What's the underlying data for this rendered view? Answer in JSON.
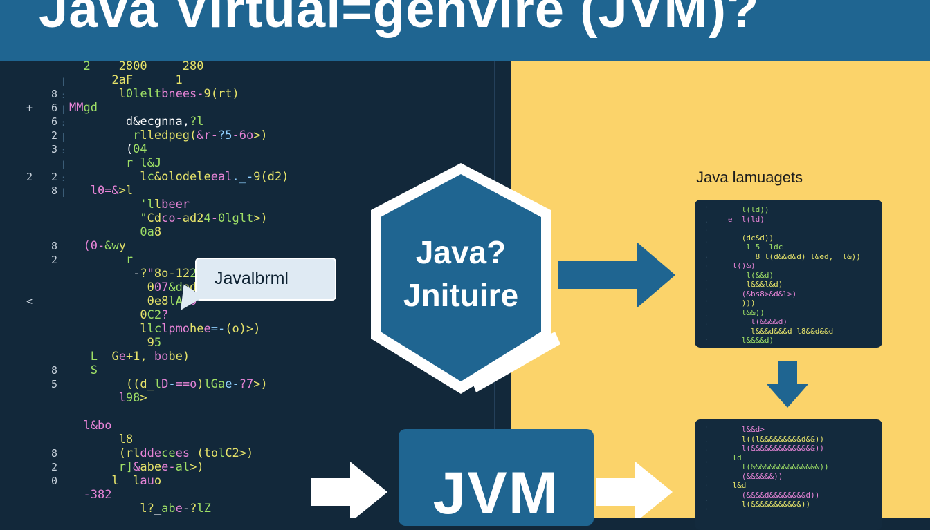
{
  "banner": {
    "title": "Java Virtual=genvire (JVM)?",
    "color": "#1f6591"
  },
  "colors": {
    "left_bg": "#12283a",
    "right_bg": "#fbd36a",
    "accent": "#1f6591",
    "card_bg": "#132a3d"
  },
  "code_lines": [
    {
      "num": "",
      "mark": "",
      "segments": [
        {
          "t": "  2 ",
          "c": "#9fe066"
        },
        {
          "t": "   2800     ",
          "c": "#e6e36a"
        },
        {
          "t": "280",
          "c": "#e6e36a"
        }
      ]
    },
    {
      "num": "",
      "mark": "",
      "segments": [
        {
          "t": "      2aF      1",
          "c": "#e6e36a"
        }
      ]
    },
    {
      "num": "8",
      "mark": "",
      "segments": [
        {
          "t": "       ",
          "c": "#ffffff"
        },
        {
          "t": "l",
          "c": "#e6e36a"
        },
        {
          "t": "0lelt",
          "c": "#9fe066"
        },
        {
          "t": "bnees-",
          "c": "#e684d6"
        },
        {
          "t": "9(rt)",
          "c": "#e6e36a"
        }
      ]
    },
    {
      "num": "6",
      "mark": "+",
      "segments": [
        {
          "t": "MM",
          "c": "#e684d6"
        },
        {
          "t": "gd",
          "c": "#9fe066"
        }
      ]
    },
    {
      "num": "6",
      "mark": "",
      "segments": [
        {
          "t": "        d",
          "c": "#ffffff"
        },
        {
          "t": "&ecgnna,",
          "c": "#ffffff"
        },
        {
          "t": "?l",
          "c": "#9fe066"
        }
      ]
    },
    {
      "num": "2",
      "mark": "",
      "segments": [
        {
          "t": "         r",
          "c": "#9fe066"
        },
        {
          "t": "l",
          "c": "#e6e36a"
        },
        {
          "t": "ledpeg(",
          "c": "#e6e36a"
        },
        {
          "t": "&r-",
          "c": "#e684d6"
        },
        {
          "t": "?5",
          "c": "#8fd0ff"
        },
        {
          "t": "-6o",
          "c": "#e684d6"
        },
        {
          "t": ">)",
          "c": "#e6e36a"
        }
      ]
    },
    {
      "num": "3",
      "mark": "",
      "segments": [
        {
          "t": "        (",
          "c": "#ffffff"
        },
        {
          "t": "04",
          "c": "#9fe066"
        }
      ]
    },
    {
      "num": "",
      "mark": "",
      "segments": [
        {
          "t": "        ",
          "c": "#ffffff"
        },
        {
          "t": "r l&J",
          "c": "#9fe066"
        }
      ]
    },
    {
      "num": "2",
      "mark": "2",
      "segments": [
        {
          "t": "          ",
          "c": "#ffffff"
        },
        {
          "t": "l",
          "c": "#e6e36a"
        },
        {
          "t": "c",
          "c": "#9fe066"
        },
        {
          "t": "&olodele",
          "c": "#e6e36a"
        },
        {
          "t": "eal",
          "c": "#e684d6"
        },
        {
          "t": "._-",
          "c": "#8fd0ff"
        },
        {
          "t": "9(d2)",
          "c": "#e6e36a"
        }
      ]
    },
    {
      "num": "8",
      "mark": "",
      "segments": [
        {
          "t": "   ",
          "c": "#ffffff"
        },
        {
          "t": "l0=&",
          "c": "#e684d6"
        },
        {
          "t": ">l",
          "c": "#e6e36a"
        }
      ]
    },
    {
      "num": "",
      "mark": "",
      "segments": [
        {
          "t": "          ",
          "c": "#ffffff"
        },
        {
          "t": "'l",
          "c": "#9fe066"
        },
        {
          "t": "l",
          "c": "#e6e36a"
        },
        {
          "t": "beer",
          "c": "#e684d6"
        }
      ]
    },
    {
      "num": "",
      "mark": "",
      "segments": [
        {
          "t": "          \"",
          "c": "#9fe066"
        },
        {
          "t": "Cd",
          "c": "#e6e36a"
        },
        {
          "t": "co-",
          "c": "#e684d6"
        },
        {
          "t": "ad2",
          "c": "#e6e36a"
        },
        {
          "t": "4",
          "c": "#9fe066"
        },
        {
          "t": "-",
          "c": "#e684d6"
        },
        {
          "t": "0lglt",
          "c": "#9fe066"
        },
        {
          "t": ">)",
          "c": "#e6e36a"
        }
      ]
    },
    {
      "num": "",
      "mark": "",
      "segments": [
        {
          "t": "          ",
          "c": "#ffffff"
        },
        {
          "t": "0a",
          "c": "#9fe066"
        },
        {
          "t": "8",
          "c": "#e6e36a"
        }
      ]
    },
    {
      "num": "8",
      "mark": "",
      "segments": [
        {
          "t": "  ",
          "c": "#ffffff"
        },
        {
          "t": "(0-",
          "c": "#e684d6"
        },
        {
          "t": "&w",
          "c": "#9fe066"
        },
        {
          "t": "y",
          "c": "#e6e36a"
        }
      ]
    },
    {
      "num": "2",
      "mark": "",
      "segments": [
        {
          "t": "        ",
          "c": "#ffffff"
        },
        {
          "t": "r",
          "c": "#9fe066"
        }
      ]
    },
    {
      "num": "",
      "mark": "",
      "segments": [
        {
          "t": "         -",
          "c": "#ffffff"
        },
        {
          "t": "?",
          "c": "#e6e36a"
        },
        {
          "t": "\"",
          "c": "#e684d6"
        },
        {
          "t": "8",
          "c": "#e6e36a"
        },
        {
          "t": "o-12",
          "c": "#e6e36a"
        },
        {
          "t": "2",
          "c": "#9fe066"
        }
      ]
    },
    {
      "num": "",
      "mark": "",
      "segments": [
        {
          "t": "           ",
          "c": "#ffffff"
        },
        {
          "t": "0",
          "c": "#e6e36a"
        },
        {
          "t": "07",
          "c": "#e684d6"
        },
        {
          "t": "&d",
          "c": "#9fe066"
        },
        {
          "t": "od",
          "c": "#e6e36a"
        }
      ]
    },
    {
      "num": "",
      "mark": "<",
      "segments": [
        {
          "t": "           ",
          "c": "#ffffff"
        },
        {
          "t": "0",
          "c": "#e6e36a"
        },
        {
          "t": "e8",
          "c": "#e6e36a"
        },
        {
          "t": "l",
          "c": "#9fe066"
        },
        {
          "t": "Ad",
          "c": "#9fe066"
        },
        {
          "t": "0",
          "c": "#e684d6"
        }
      ]
    },
    {
      "num": "",
      "mark": "",
      "segments": [
        {
          "t": "          ",
          "c": "#ffffff"
        },
        {
          "t": "0",
          "c": "#e6e36a"
        },
        {
          "t": "C2",
          "c": "#9fe066"
        },
        {
          "t": "?",
          "c": "#e684d6"
        }
      ]
    },
    {
      "num": "",
      "mark": "",
      "segments": [
        {
          "t": "          ",
          "c": "#ffffff"
        },
        {
          "t": "l",
          "c": "#e6e36a"
        },
        {
          "t": "lc",
          "c": "#9fe066"
        },
        {
          "t": "lpmo",
          "c": "#e684d6"
        },
        {
          "t": "he",
          "c": "#e6e36a"
        },
        {
          "t": "e",
          "c": "#e684d6"
        },
        {
          "t": "=-",
          "c": "#8fd0ff"
        },
        {
          "t": "(o)",
          "c": "#e6e36a"
        },
        {
          "t": ">)",
          "c": "#e6e36a"
        }
      ]
    },
    {
      "num": "",
      "mark": "",
      "segments": [
        {
          "t": "           ",
          "c": "#ffffff"
        },
        {
          "t": "9",
          "c": "#e6e36a"
        },
        {
          "t": "5",
          "c": "#9fe066"
        }
      ]
    },
    {
      "num": "",
      "mark": "",
      "segments": [
        {
          "t": "   ",
          "c": "#ffffff"
        },
        {
          "t": "L  ",
          "c": "#9fe066"
        },
        {
          "t": "G",
          "c": "#e6e36a"
        },
        {
          "t": "e",
          "c": "#e684d6"
        },
        {
          "t": "+1, ",
          "c": "#e6e36a"
        },
        {
          "t": "bo",
          "c": "#e684d6"
        },
        {
          "t": "be)",
          "c": "#e6e36a"
        }
      ]
    },
    {
      "num": "8",
      "mark": "",
      "segments": [
        {
          "t": "   ",
          "c": "#ffffff"
        },
        {
          "t": "S",
          "c": "#9fe066"
        }
      ]
    },
    {
      "num": "5",
      "mark": "",
      "segments": [
        {
          "t": "        ",
          "c": "#ffffff"
        },
        {
          "t": "((d_",
          "c": "#e6e36a"
        },
        {
          "t": "l",
          "c": "#9fe066"
        },
        {
          "t": "D",
          "c": "#e684d6"
        },
        {
          "t": "-",
          "c": "#8fd0ff"
        },
        {
          "t": "==o",
          "c": "#e684d6"
        },
        {
          "t": ")",
          "c": "#e6e36a"
        },
        {
          "t": "lGa",
          "c": "#9fe066"
        },
        {
          "t": "e-",
          "c": "#8fd0ff"
        },
        {
          "t": "?7",
          "c": "#e684d6"
        },
        {
          "t": ">)",
          "c": "#e6e36a"
        }
      ]
    },
    {
      "num": "",
      "mark": "",
      "segments": [
        {
          "t": "       ",
          "c": "#ffffff"
        },
        {
          "t": "l",
          "c": "#e684d6"
        },
        {
          "t": "98",
          "c": "#9fe066"
        },
        {
          "t": ">",
          "c": "#e6e36a"
        }
      ]
    },
    {
      "num": "",
      "mark": "",
      "segments": [
        {
          "t": "",
          "c": "#ffffff"
        }
      ]
    },
    {
      "num": "",
      "mark": "",
      "segments": [
        {
          "t": "  ",
          "c": "#ffffff"
        },
        {
          "t": "l&",
          "c": "#e684d6"
        },
        {
          "t": "bo",
          "c": "#e684d6"
        }
      ]
    },
    {
      "num": "",
      "mark": "",
      "segments": [
        {
          "t": "       ",
          "c": "#ffffff"
        },
        {
          "t": "l",
          "c": "#e6e36a"
        },
        {
          "t": "8",
          "c": "#e6e36a"
        }
      ]
    },
    {
      "num": "8",
      "mark": "",
      "segments": [
        {
          "t": "       ",
          "c": "#ffffff"
        },
        {
          "t": "(",
          "c": "#e6e36a"
        },
        {
          "t": "rl",
          "c": "#e6e36a"
        },
        {
          "t": "dde",
          "c": "#e684d6"
        },
        {
          "t": "ce",
          "c": "#9fe066"
        },
        {
          "t": "e",
          "c": "#e684d6"
        },
        {
          "t": "s ",
          "c": "#e684d6"
        },
        {
          "t": "(",
          "c": "#e6e36a"
        },
        {
          "t": "to",
          "c": "#e6e36a"
        },
        {
          "t": "l",
          "c": "#9fe066"
        },
        {
          "t": "C2",
          "c": "#e6e36a"
        },
        {
          "t": ">)",
          "c": "#e6e36a"
        }
      ]
    },
    {
      "num": "2",
      "mark": "",
      "segments": [
        {
          "t": "       ",
          "c": "#ffffff"
        },
        {
          "t": "r",
          "c": "#9fe066"
        },
        {
          "t": "]",
          "c": "#9fe066"
        },
        {
          "t": "&",
          "c": "#e684d6"
        },
        {
          "t": "abe",
          "c": "#e6e36a"
        },
        {
          "t": "e-",
          "c": "#e684d6"
        },
        {
          "t": "al",
          "c": "#9fe066"
        },
        {
          "t": ">)",
          "c": "#e6e36a"
        }
      ]
    },
    {
      "num": "0",
      "mark": "",
      "segments": [
        {
          "t": "      ",
          "c": "#ffffff"
        },
        {
          "t": "l  ",
          "c": "#e6e36a"
        },
        {
          "t": "l",
          "c": "#e6e36a"
        },
        {
          "t": "au",
          "c": "#e684d6"
        },
        {
          "t": "o",
          "c": "#e6e36a"
        }
      ]
    },
    {
      "num": "",
      "mark": "",
      "segments": [
        {
          "t": "  ",
          "c": "#ffffff"
        },
        {
          "t": "-3",
          "c": "#e684d6"
        },
        {
          "t": "82",
          "c": "#e684d6"
        }
      ]
    },
    {
      "num": "",
      "mark": "",
      "segments": [
        {
          "t": "          ",
          "c": "#ffffff"
        },
        {
          "t": "l",
          "c": "#e6e36a"
        },
        {
          "t": "?",
          "c": "#e6e36a"
        },
        {
          "t": "_",
          "c": "#ffffff"
        },
        {
          "t": "ab",
          "c": "#9fe066"
        },
        {
          "t": "e",
          "c": "#e684d6"
        },
        {
          "t": "-",
          "c": "#ffffff"
        },
        {
          "t": "?",
          "c": "#e6e36a"
        },
        {
          "t": "lZ",
          "c": "#9fe066"
        }
      ]
    }
  ],
  "bubble": {
    "label": "Javalbrml"
  },
  "hexagon": {
    "line1": "Java?",
    "line2": "Jnituire"
  },
  "jvm_box": {
    "label": "JVM"
  },
  "right": {
    "lang_label": "Java lamuagets"
  },
  "card_top": [
    {
      "t": "      l(ld))",
      "c": "#9fe066"
    },
    {
      "t": "   e  l(ld)",
      "c": "#e684d6"
    },
    {
      "t": "   ",
      "c": "#ffffff"
    },
    {
      "t": "      (dc&d))",
      "c": "#e6e36a"
    },
    {
      "t": "       l 5  ldc",
      "c": "#9fe066"
    },
    {
      "t": "         8 l(d&&d&d) l&ed,  l&))",
      "c": "#e6e36a"
    },
    {
      "t": "    l()&)",
      "c": "#e684d6"
    },
    {
      "t": "       l(&&d)",
      "c": "#9fe066"
    },
    {
      "t": "       l&&&l&d)",
      "c": "#e6e36a"
    },
    {
      "t": "      (&bs8>&d&l>)",
      "c": "#e684d6"
    },
    {
      "t": "      )))",
      "c": "#e6e36a"
    },
    {
      "t": "      l&&))",
      "c": "#9fe066"
    },
    {
      "t": "        l(&&&&d)",
      "c": "#e684d6"
    },
    {
      "t": "        l&&&d&&&d l8&&d&&d",
      "c": "#e6e36a"
    },
    {
      "t": "      l&&&&d)",
      "c": "#9fe066"
    }
  ],
  "card_bottom": [
    {
      "t": "      l&&d>",
      "c": "#e684d6"
    },
    {
      "t": "      l((l&&&&&&&&&d&&))",
      "c": "#e6e36a"
    },
    {
      "t": "      l(&&&&&&&&&&&&&&))",
      "c": "#e684d6"
    },
    {
      "t": "    ld",
      "c": "#9fe066"
    },
    {
      "t": "      l(&&&&&&&&&&&&&&&))",
      "c": "#9fe066"
    },
    {
      "t": "      (&&&&&&))",
      "c": "#e684d6"
    },
    {
      "t": "    l&d",
      "c": "#e6e36a"
    },
    {
      "t": "      (&&&&d&&&&&&&&d))",
      "c": "#e684d6"
    },
    {
      "t": "      l(&&&&&&&&&&&))",
      "c": "#e6e36a"
    }
  ]
}
